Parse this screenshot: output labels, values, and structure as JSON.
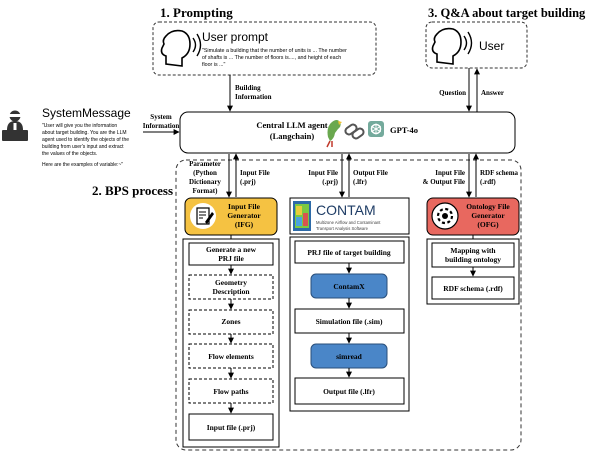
{
  "headings": {
    "prompting": "1.  Prompting",
    "qa": "3.  Q&A about target building",
    "bps": "2.  BPS process"
  },
  "user_prompt": {
    "title": "User prompt",
    "text": [
      "\"Simulate a building that the number of units is ... The number",
      "of shafts is ...  The number of floors is...., and height of each",
      "floor is ...\""
    ]
  },
  "user": {
    "title": "User"
  },
  "system_message": {
    "title": "SystemMessage",
    "text": [
      "\"User will give you the information",
      "about target building. You are the LLM",
      "agent used to identify the objects of the",
      "building from user's input and extract",
      "the values of the objects.",
      "",
      "Here are the examples of variable:~\""
    ]
  },
  "agent": {
    "title": "Central LLM agent",
    "subtitle": "(Langchain)",
    "model": "GPT-4o"
  },
  "labels": {
    "building_information": [
      "Building",
      "Information"
    ],
    "system_information": [
      "System",
      "Information"
    ],
    "question": "Question",
    "answer": "Answer",
    "parameter": [
      "Parameter",
      "(Python",
      "Dictionary",
      "Format)"
    ],
    "input_file_prj_1": [
      "Input File",
      "(.prj)"
    ],
    "input_file_prj_2": [
      "Input File",
      "(.prj)"
    ],
    "output_file_lfr": [
      "Output File",
      "(.lfr)"
    ],
    "input_output_file": [
      "Input File",
      "& Output File"
    ],
    "rdf_schema": [
      "RDF schema",
      "(.rdf)"
    ]
  },
  "ifg": {
    "title": [
      "Input File",
      "Generator",
      "(IFG)"
    ],
    "color": "#f5c242",
    "steps": [
      [
        "Generate a new",
        "PRJ file"
      ],
      [
        "Geometry",
        "Description"
      ],
      [
        "Zones"
      ],
      [
        "Flow elements"
      ],
      [
        "Flow paths"
      ],
      [
        "Input file (.prj)"
      ]
    ]
  },
  "contam": {
    "logo": "CONTAM",
    "tagline": [
      "Multizone Airflow and Contaminant",
      "Transport Analysis Software"
    ],
    "steps": [
      "PRJ file of target building",
      "ContamX",
      "Simulation file (.sim)",
      "simread",
      "Output file (.lfr)"
    ],
    "blue": "#4a86c8"
  },
  "ofg": {
    "title": [
      "Ontology File",
      "Generator",
      "(OFG)"
    ],
    "color": "#e8685f",
    "steps": [
      [
        "Mapping with",
        "building ontology"
      ],
      [
        "RDF schema (.rdf)"
      ]
    ]
  }
}
